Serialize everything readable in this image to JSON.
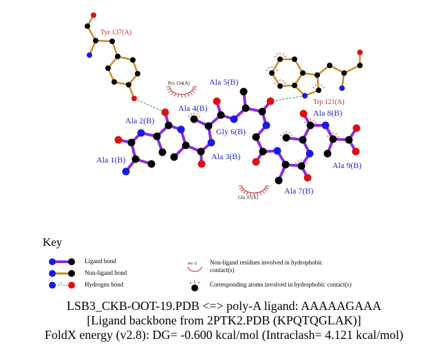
{
  "residues": {
    "tyr137": "Tyr 137(A)",
    "trp121": "Trp 121(A)",
    "pro134": "Pro 134(A)",
    "glu97": "Glu 97(A)"
  },
  "ligand_labels": {
    "ala1": "Ala 1(B)",
    "ala2": "Ala 2(B)",
    "ala3": "Ala 3(B)",
    "ala4": "Ala 4(B)",
    "ala5": "Ala 5(B)",
    "gly6": "Gly 6(B)",
    "ala7": "Ala 7(B)",
    "ala8": "Ala 8(B)",
    "ala9": "Ala 9(B)"
  },
  "key": {
    "title": "Key",
    "ligand_bond": "Ligand bond",
    "non_ligand_bond": "Non-ligand bond",
    "hydrogen_bond": "Hydrogen bond",
    "hbond_distance_sample": "3.0",
    "example_residue": "His 53",
    "hydrophobic_residues": "Non-ligand residues involved in hydrophobic contact(s)",
    "hydrophobic_atoms": "Corresponding atoms involved in hydrophobic contact(s)"
  },
  "caption": {
    "line1": "LSB3_CKB-OOT-19.PDB <=> poly-A ligand: AAAAAGAAA",
    "line2": "[Ligand backbone from 2PTK2.PDB (KPQTQGLAK)]",
    "line3": "FoldX energy (v2.8): DG= -0.600 kcal/mol (Intraclash= 4.121 kcal/mol)"
  },
  "colors": {
    "ligand_bond": "#8a2be2",
    "non_ligand_bond": "#c98a1e",
    "hbond": "#2a8a2a",
    "carbon": "#000000",
    "nitrogen": "#1a1ae6",
    "oxygen": "#e01010",
    "hydrophobic": "#c0282c"
  }
}
